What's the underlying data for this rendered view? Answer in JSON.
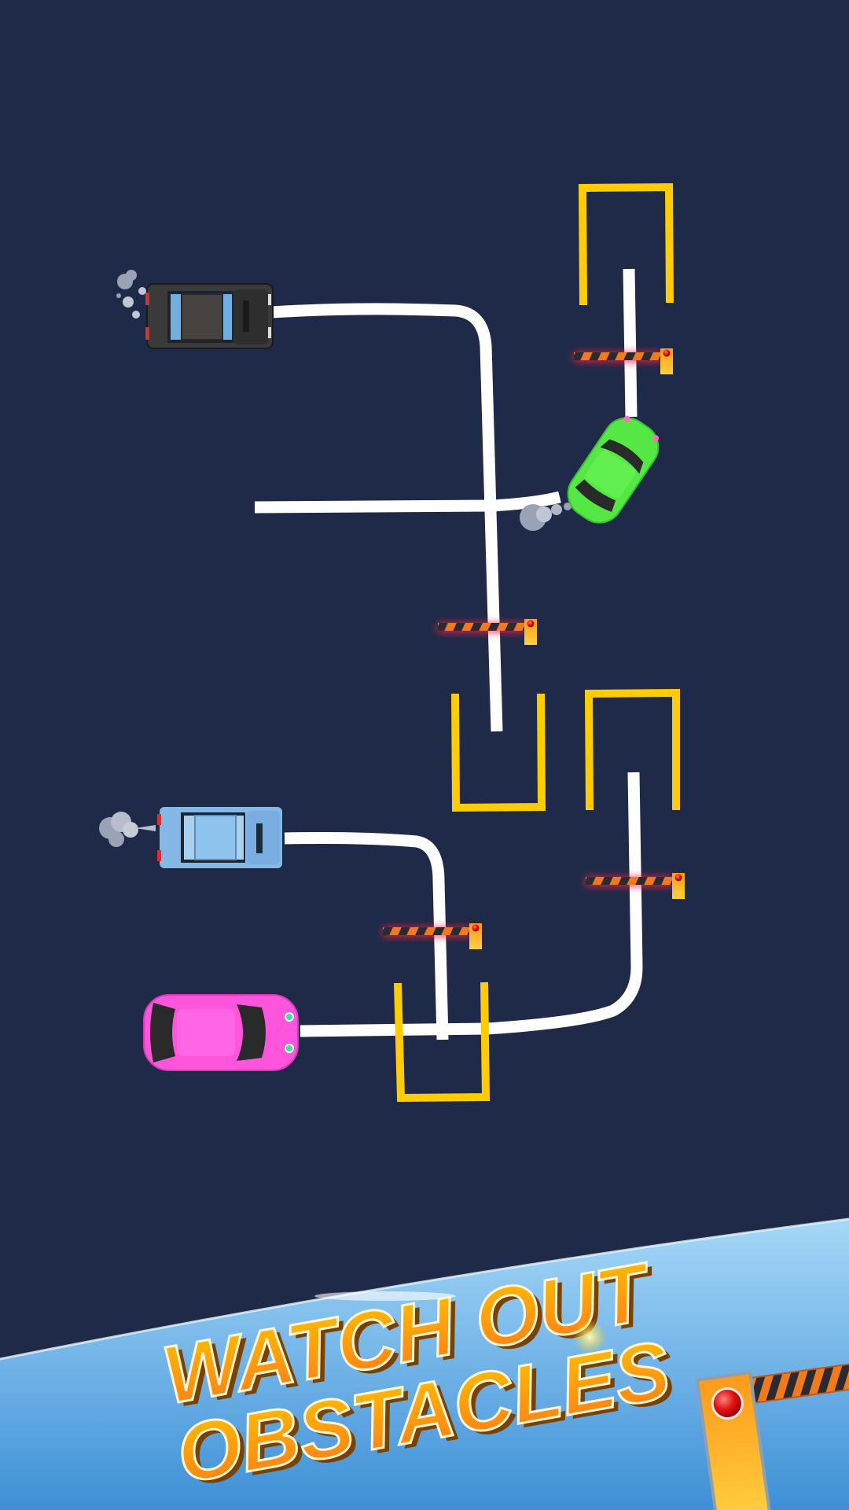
{
  "game": {
    "title": "Car Parking Path Puzzle",
    "background_color": "#1f2a48",
    "path_color": "#ffffff",
    "slot_color": "#ffcc00"
  },
  "cars": [
    {
      "id": "black-car",
      "color": "#3a3a3a",
      "style": "sedan",
      "has_smoke": true
    },
    {
      "id": "green-car",
      "color": "#55e845",
      "style": "compact",
      "has_smoke": true
    },
    {
      "id": "blue-car",
      "color": "#86b8e6",
      "style": "sedan",
      "has_smoke": true
    },
    {
      "id": "pink-car",
      "color": "#ff55dd",
      "style": "compact",
      "has_smoke": false
    }
  ],
  "parking_slots": [
    {
      "id": "slot-top-right"
    },
    {
      "id": "slot-middle-left"
    },
    {
      "id": "slot-middle-right"
    },
    {
      "id": "slot-bottom"
    }
  ],
  "barriers": [
    {
      "id": "barrier-1",
      "state": "closed"
    },
    {
      "id": "barrier-2",
      "state": "closed"
    },
    {
      "id": "barrier-3",
      "state": "closed"
    },
    {
      "id": "barrier-4",
      "state": "closed"
    }
  ],
  "banner": {
    "line1": "WATCH OUT",
    "line2": "OBSTACLES",
    "background_top": "#a6d8f8",
    "background_bottom": "#3d8fd6",
    "text_color_top": "#ffc200",
    "text_color_bottom": "#ff7a1a"
  }
}
